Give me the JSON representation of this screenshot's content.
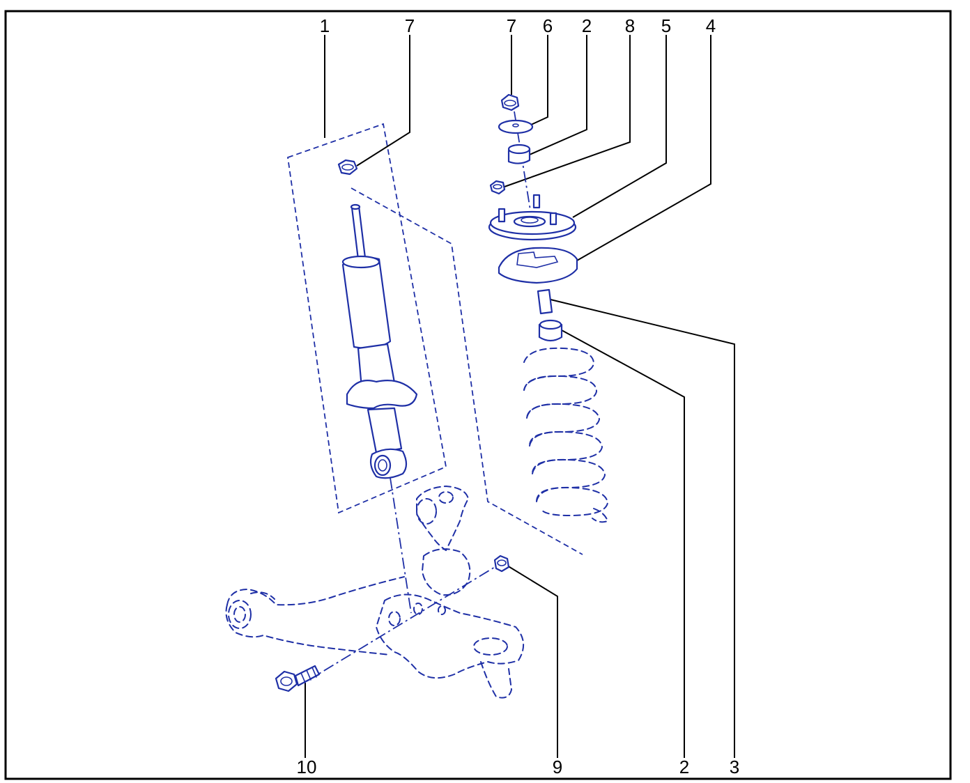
{
  "callouts": {
    "top": [
      {
        "id": "top-1",
        "label": "1"
      },
      {
        "id": "top-7-left",
        "label": "7"
      },
      {
        "id": "top-7-right",
        "label": "7"
      },
      {
        "id": "top-6",
        "label": "6"
      },
      {
        "id": "top-2",
        "label": "2"
      },
      {
        "id": "top-8",
        "label": "8"
      },
      {
        "id": "top-5",
        "label": "5"
      },
      {
        "id": "top-4",
        "label": "4"
      }
    ],
    "bottom": [
      {
        "id": "bottom-10",
        "label": "10"
      },
      {
        "id": "bottom-9",
        "label": "9"
      },
      {
        "id": "bottom-2",
        "label": "2"
      },
      {
        "id": "bottom-3",
        "label": "3"
      }
    ]
  },
  "colors": {
    "line_art": "#1e2fa6",
    "frame": "#000000",
    "background": "#ffffff"
  }
}
